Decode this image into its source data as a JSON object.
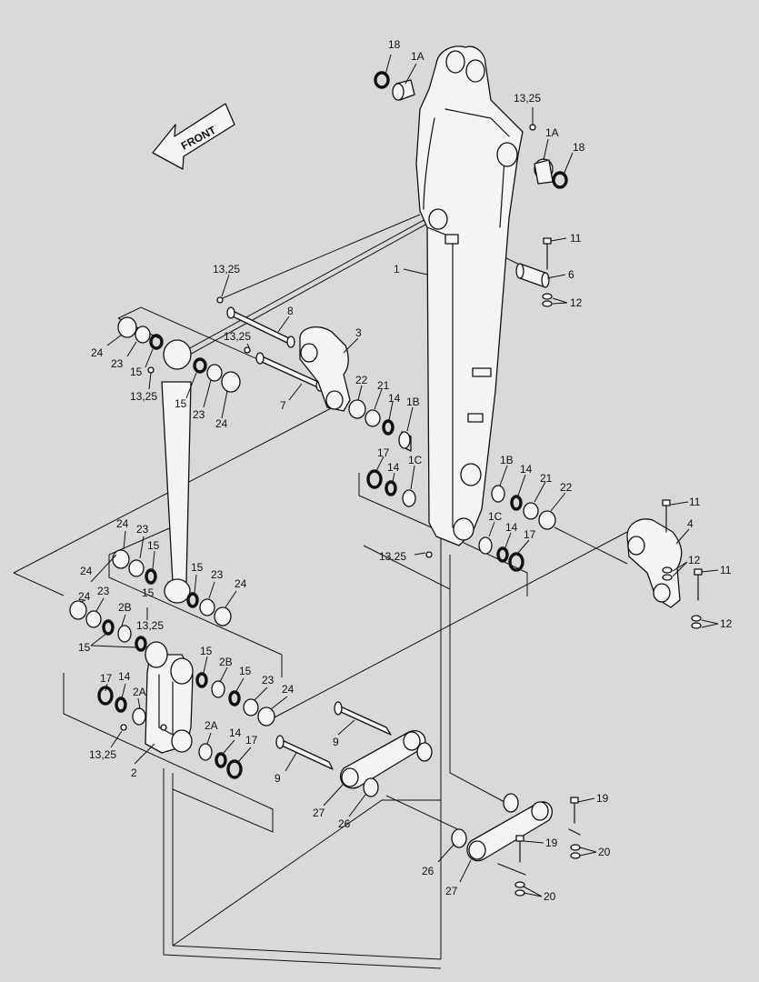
{
  "diagram": {
    "front_label": "FRONT",
    "labels": [
      {
        "id": "l18a",
        "text": "18"
      },
      {
        "id": "l1Aa",
        "text": "1A"
      },
      {
        "id": "l1325a",
        "text": "13,25"
      },
      {
        "id": "l1Ab",
        "text": "1A"
      },
      {
        "id": "l18b",
        "text": "18"
      },
      {
        "id": "l11a",
        "text": "11"
      },
      {
        "id": "l1",
        "text": "1"
      },
      {
        "id": "l6",
        "text": "6"
      },
      {
        "id": "l12a",
        "text": "12"
      },
      {
        "id": "l1325b",
        "text": "13,25"
      },
      {
        "id": "l8",
        "text": "8"
      },
      {
        "id": "l1325c",
        "text": "13,25"
      },
      {
        "id": "l3",
        "text": "3"
      },
      {
        "id": "l24a",
        "text": "24"
      },
      {
        "id": "l23a",
        "text": "23"
      },
      {
        "id": "l15a",
        "text": "15"
      },
      {
        "id": "l1325d",
        "text": "13,25"
      },
      {
        "id": "l15b",
        "text": "15"
      },
      {
        "id": "l23b",
        "text": "23"
      },
      {
        "id": "l24b",
        "text": "24"
      },
      {
        "id": "l22a",
        "text": "22"
      },
      {
        "id": "l21a",
        "text": "21"
      },
      {
        "id": "l14a",
        "text": "14"
      },
      {
        "id": "l1Ba",
        "text": "1B"
      },
      {
        "id": "l7",
        "text": "7"
      },
      {
        "id": "l17a",
        "text": "17"
      },
      {
        "id": "l14b",
        "text": "14"
      },
      {
        "id": "l1Ca",
        "text": "1C"
      },
      {
        "id": "l1Bb",
        "text": "1B"
      },
      {
        "id": "l14c",
        "text": "14"
      },
      {
        "id": "l21b",
        "text": "21"
      },
      {
        "id": "l22b",
        "text": "22"
      },
      {
        "id": "l11b",
        "text": "11"
      },
      {
        "id": "l4",
        "text": "4"
      },
      {
        "id": "l1Cb",
        "text": "1C"
      },
      {
        "id": "l14d",
        "text": "14"
      },
      {
        "id": "l17b",
        "text": "17"
      },
      {
        "id": "l1325e",
        "text": "13,25"
      },
      {
        "id": "l12b",
        "text": "12"
      },
      {
        "id": "l11c",
        "text": "11"
      },
      {
        "id": "l12c",
        "text": "12"
      },
      {
        "id": "l24c",
        "text": "24"
      },
      {
        "id": "l23c",
        "text": "23"
      },
      {
        "id": "l15c",
        "text": "15"
      },
      {
        "id": "l24d",
        "text": "24"
      },
      {
        "id": "l23d",
        "text": "23"
      },
      {
        "id": "l15d",
        "text": "15"
      },
      {
        "id": "l24e",
        "text": "24"
      },
      {
        "id": "l23e",
        "text": "23"
      },
      {
        "id": "l15e",
        "text": "15"
      },
      {
        "id": "l24f",
        "text": "24"
      },
      {
        "id": "l2Ba",
        "text": "2B"
      },
      {
        "id": "l1325f",
        "text": "13,25"
      },
      {
        "id": "l15f",
        "text": "15"
      },
      {
        "id": "l15g",
        "text": "15"
      },
      {
        "id": "l2Bb",
        "text": "2B"
      },
      {
        "id": "l15h",
        "text": "15"
      },
      {
        "id": "l23f",
        "text": "23"
      },
      {
        "id": "l24g",
        "text": "24"
      },
      {
        "id": "l17c",
        "text": "17"
      },
      {
        "id": "l14e",
        "text": "14"
      },
      {
        "id": "l2Aa",
        "text": "2A"
      },
      {
        "id": "l1325g",
        "text": "13,25"
      },
      {
        "id": "l2",
        "text": "2"
      },
      {
        "id": "l2Ab",
        "text": "2A"
      },
      {
        "id": "l14f",
        "text": "14"
      },
      {
        "id": "l17d",
        "text": "17"
      },
      {
        "id": "l9a",
        "text": "9"
      },
      {
        "id": "l9b",
        "text": "9"
      },
      {
        "id": "l27a",
        "text": "27"
      },
      {
        "id": "l26a",
        "text": "26"
      },
      {
        "id": "l19a",
        "text": "19"
      },
      {
        "id": "l19b",
        "text": "19"
      },
      {
        "id": "l20a",
        "text": "20"
      },
      {
        "id": "l26b",
        "text": "26"
      },
      {
        "id": "l27b",
        "text": "27"
      },
      {
        "id": "l20b",
        "text": "20"
      }
    ]
  }
}
